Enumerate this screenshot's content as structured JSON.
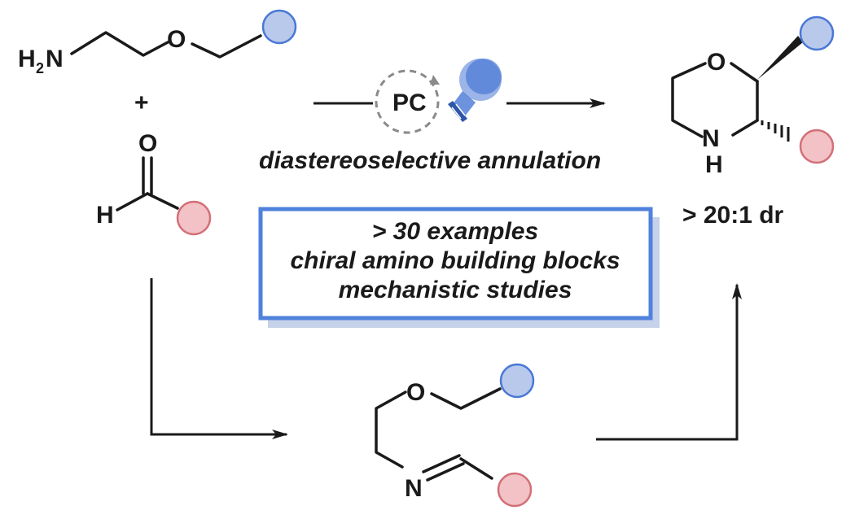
{
  "reactant_amine": {
    "amino_prefix": "H",
    "amino_subscript": "2",
    "amino_suffix": "N",
    "oxygen": "O"
  },
  "plus": "+",
  "reactant_aldehyde": {
    "oxygen": "O",
    "hydrogen": "H"
  },
  "catalyst": {
    "label": "PC"
  },
  "reaction_label": "diastereoselective annulation",
  "product": {
    "oxygen": "O",
    "nitrogen": "N",
    "hydrogen": "H",
    "dr_label": "> 20:1 dr"
  },
  "summary_box": {
    "lines": [
      "> 30 examples",
      "chiral amino building blocks",
      "mechanistic studies"
    ]
  },
  "intermediate": {
    "oxygen": "O",
    "nitrogen": "N"
  },
  "colors": {
    "blue_fill": "#b9c9ec",
    "blue_stroke": "#4a78d6",
    "red_fill": "#f2c2c6",
    "red_stroke": "#d36f78",
    "box_border": "#4f82dc",
    "box_shadow": "#c6d1ea",
    "bulb": "#4a78d6"
  }
}
